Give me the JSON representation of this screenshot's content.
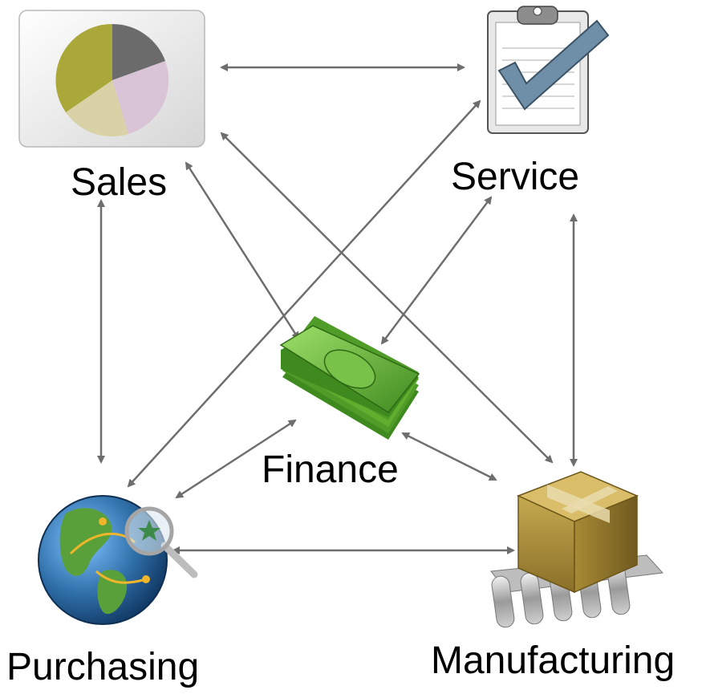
{
  "nodes": {
    "sales": {
      "label": "Sales",
      "icon": "pie-chart-icon"
    },
    "service": {
      "label": "Service",
      "icon": "clipboard-checkmark-icon"
    },
    "finance": {
      "label": "Finance",
      "icon": "money-stack-icon"
    },
    "purchasing": {
      "label": "Purchasing",
      "icon": "globe-magnifier-icon"
    },
    "manufacturing": {
      "label": "Manufacturing",
      "icon": "box-on-conveyor-icon"
    }
  },
  "connections": [
    {
      "from": "sales",
      "to": "service"
    },
    {
      "from": "sales",
      "to": "finance"
    },
    {
      "from": "sales",
      "to": "manufacturing"
    },
    {
      "from": "sales",
      "to": "purchasing"
    },
    {
      "from": "service",
      "to": "purchasing"
    },
    {
      "from": "service",
      "to": "finance"
    },
    {
      "from": "service",
      "to": "manufacturing"
    },
    {
      "from": "finance",
      "to": "purchasing"
    },
    {
      "from": "finance",
      "to": "manufacturing"
    },
    {
      "from": "purchasing",
      "to": "manufacturing"
    }
  ],
  "colors": {
    "arrow": "#6e6e6e",
    "pie": [
      "#6b6b6b",
      "#d9c3d6",
      "#d8d2a6",
      "#a9a838"
    ],
    "money": "#5fae2e",
    "globe": "#2f6fa8",
    "box": "#b39542"
  }
}
